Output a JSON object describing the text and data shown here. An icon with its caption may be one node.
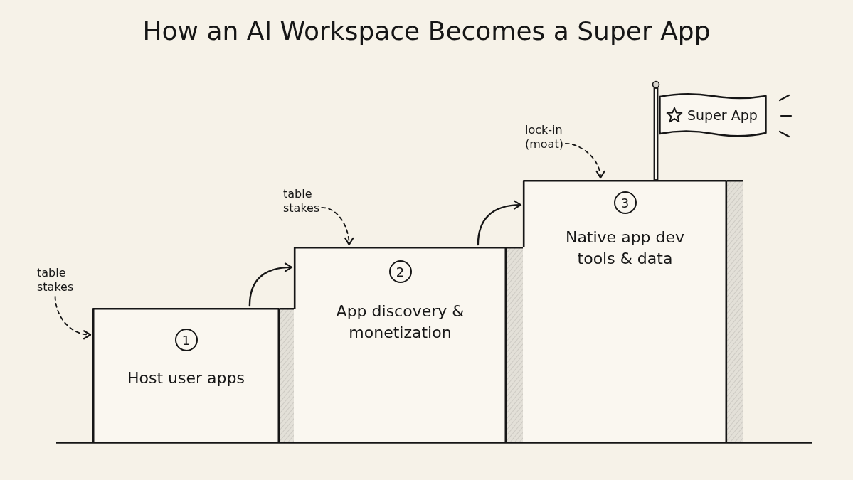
{
  "diagram": {
    "title": "How an AI Workspace Becomes a Super App",
    "nodes": [
      {
        "text": [
          "Host user apps"
        ]
      },
      {
        "text": [
          "1"
        ],
        "in": 0
      },
      {
        "text": [
          "App discovery & monetization"
        ]
      },
      {
        "text": [
          "2"
        ],
        "in": 2
      },
      {
        "text": [
          "Native app dev tools & data"
        ]
      },
      {
        "text": [
          "3"
        ],
        "in": 4
      },
      {
        "text": [
          "Super App"
        ]
      },
      {
        "text": [
          "table stakes"
        ]
      },
      {
        "text": [
          "table stakes"
        ]
      },
      {
        "text": [
          "lock-in (moat)"
        ]
      }
    ],
    "edges": [
      {
        "from": 0,
        "to": 2,
        "arrow": "to"
      },
      {
        "from": 2,
        "to": 4,
        "arrow": "to"
      },
      {
        "from": 7,
        "to": 0,
        "arrow": "to",
        "style": "dashed"
      },
      {
        "from": 8,
        "to": 2,
        "arrow": "to",
        "style": "dashed"
      },
      {
        "from": 9,
        "to": 4,
        "arrow": "to",
        "style": "dashed"
      }
    ]
  }
}
